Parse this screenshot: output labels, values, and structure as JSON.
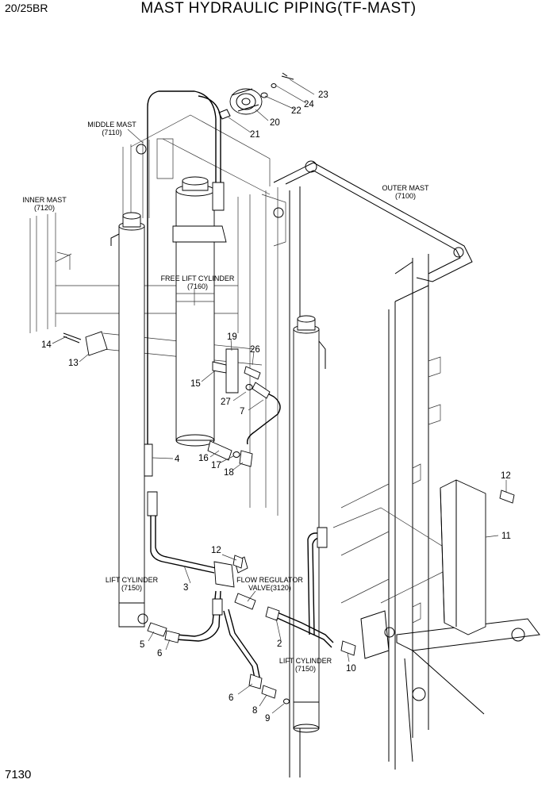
{
  "header": {
    "model_code": "20/25BR",
    "title": "MAST HYDRAULIC PIPING(TF-MAST)"
  },
  "footer": {
    "page_number": "7130"
  },
  "assemblies": [
    {
      "id": "middle-mast",
      "name": "MIDDLE MAST",
      "code": "(7110)"
    },
    {
      "id": "inner-mast",
      "name": "INNER MAST",
      "code": "(7120)"
    },
    {
      "id": "outer-mast",
      "name": "OUTER MAST",
      "code": "(7100)"
    },
    {
      "id": "free-lift-cylinder",
      "name": "FREE LIFT CYLINDER",
      "code": "(7160)"
    },
    {
      "id": "lift-cylinder-left",
      "name": "LIFT CYLINDER",
      "code": "(7150)"
    },
    {
      "id": "flow-regulator-valve",
      "name": "FLOW REGULATOR",
      "code": "VALVE(3120)"
    },
    {
      "id": "lift-cylinder-right",
      "name": "LIFT CYLINDER",
      "code": "(7150)"
    }
  ],
  "callouts": [
    "23",
    "24",
    "22",
    "20",
    "21",
    "14",
    "13",
    "19",
    "26",
    "15",
    "27",
    "7",
    "4",
    "16",
    "17",
    "18",
    "12",
    "11",
    "12",
    "3",
    "5",
    "6",
    "2",
    "10",
    "6",
    "8",
    "9"
  ]
}
